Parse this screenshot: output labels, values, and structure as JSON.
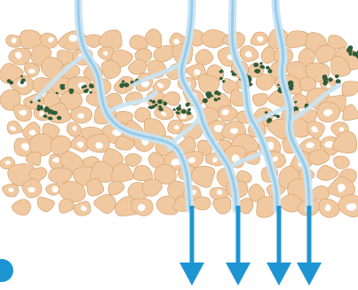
{
  "diagram": {
    "colors": {
      "background": "#ffffff",
      "grain_fill": "#f1c9a1",
      "grain_stroke": "#d9a878",
      "grain_pore": "#ffffff",
      "particle": "#2f5d3a",
      "flow_light": "#c9e4f3",
      "flow_mid": "#7fc3e6",
      "flow_dark": "#1e95d3",
      "marker": "#1e95d3"
    },
    "icons": {
      "grain": "irregular-sand-grain-shape",
      "particle": "dark-green-contaminant-cluster",
      "flow": "water-flow-path",
      "arrow": "down-arrow-icon",
      "marker": "blue-circle-marker"
    },
    "flow_path_count": 4,
    "outlet_arrow_count": 4
  }
}
